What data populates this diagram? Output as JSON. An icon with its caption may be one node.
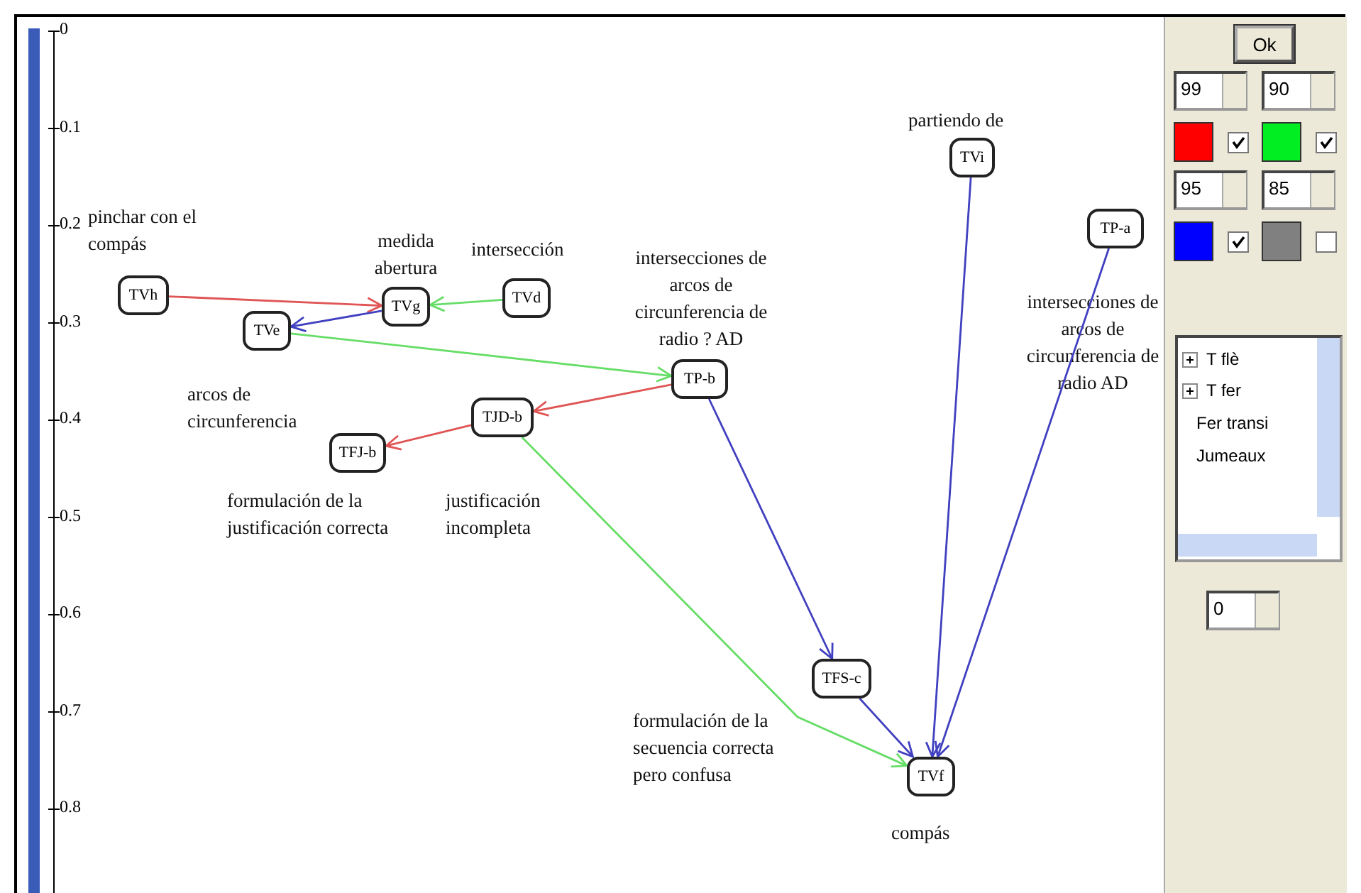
{
  "diagram": {
    "nodes": [
      {
        "text": [
          "TVh"
        ],
        "beside": [
          "pinchar con el compás"
        ]
      },
      {
        "text": [
          "TVg"
        ],
        "beside": [
          "medida abertura"
        ]
      },
      {
        "text": [
          "TVd"
        ],
        "beside": [
          "intersección"
        ]
      },
      {
        "text": [
          "TVe"
        ],
        "beside": [
          "arcos de circunferencia"
        ]
      },
      {
        "text": [
          "TP-b"
        ],
        "beside": [
          "intersecciones de arcos de circunferencia de radio ? AD"
        ]
      },
      {
        "text": [
          "TJD-b"
        ],
        "beside": [
          "justificación incompleta"
        ]
      },
      {
        "text": [
          "TFJ-b"
        ],
        "beside": [
          "formulación de la justificación correcta"
        ]
      },
      {
        "text": [
          "TVi"
        ],
        "beside": [
          "partiendo de"
        ]
      },
      {
        "text": [
          "TP-a"
        ],
        "beside": [
          "intersecciones de arcos de circunferencia de radio AD"
        ]
      },
      {
        "text": [
          "TFS-c"
        ],
        "beside": [
          "formulación de la secuencia correcta pero confusa"
        ]
      },
      {
        "text": [
          "TVf"
        ],
        "beside": [
          "compás"
        ]
      }
    ],
    "edges": [
      {
        "from": 0,
        "to": 1,
        "arrow": "to",
        "color": "#e05555"
      },
      {
        "from": 2,
        "to": 1,
        "arrow": "to",
        "color": "#66dd66"
      },
      {
        "from": 1,
        "to": 3,
        "arrow": "to"
      },
      {
        "from": 3,
        "to": 4,
        "arrow": "to",
        "color": "#66dd66"
      },
      {
        "from": 4,
        "to": 5,
        "arrow": "to",
        "color": "#e05555"
      },
      {
        "from": 5,
        "to": 6,
        "arrow": "to",
        "color": "#e05555"
      },
      {
        "from": 5,
        "to": 10,
        "arrow": "to",
        "color": "#66dd66"
      },
      {
        "from": 4,
        "to": 9,
        "arrow": "to"
      },
      {
        "from": 9,
        "to": 10,
        "arrow": "to"
      },
      {
        "from": 7,
        "to": 10,
        "arrow": "to"
      },
      {
        "from": 8,
        "to": 10,
        "arrow": "to"
      }
    ],
    "labels": [
      "0",
      "0.1",
      "0.2",
      "0.3",
      "0.4",
      "0.5",
      "0.6",
      "0.7",
      "0.8",
      "Ok",
      "99",
      "90",
      "95",
      "85",
      "T flè",
      "T fer",
      "Fer transi",
      "Jumeaux",
      "0"
    ]
  }
}
